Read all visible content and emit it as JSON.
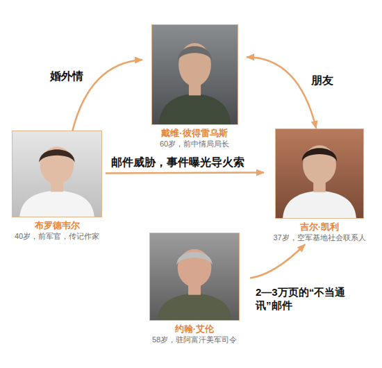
{
  "diagram": {
    "nodes": [
      {
        "text": [
          "戴维·彼得雷乌斯",
          "60岁，前中情局局长"
        ]
      },
      {
        "text": [
          "布罗德韦尔",
          "40岁，前军官，传记作家"
        ]
      },
      {
        "text": [
          "吉尔·凯利",
          "37岁，空军基地社会联系人"
        ]
      },
      {
        "text": [
          "约翰·艾伦",
          "58岁，驻阿富汗美军司令"
        ]
      }
    ],
    "edges": [
      {
        "from": 1,
        "to": 0,
        "arrow": "to",
        "label": "婚外情"
      },
      {
        "from": 0,
        "to": 2,
        "arrow": "both",
        "label": "朋友"
      },
      {
        "from": 1,
        "to": 2,
        "arrow": "to",
        "label": "邮件威胁，事件曝光导火索"
      },
      {
        "from": 3,
        "to": 2,
        "arrow": "to",
        "label": "2—3万页的“不当通讯”邮件"
      }
    ]
  }
}
